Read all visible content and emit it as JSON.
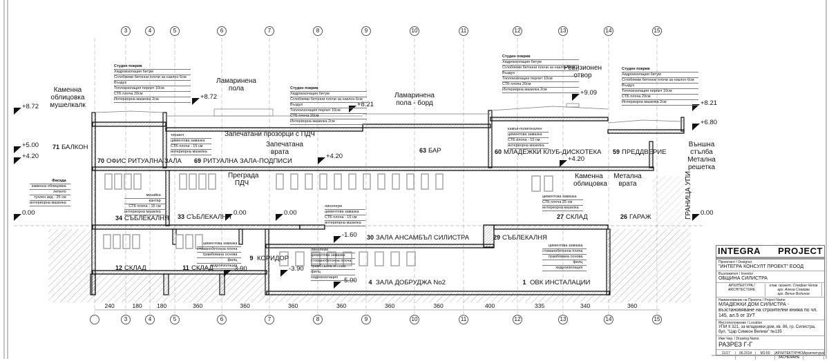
{
  "grid_axes_top": [
    "3",
    "4",
    "5",
    "6",
    "7",
    "8",
    "9",
    "10",
    "11",
    "12",
    "13",
    "14",
    "15"
  ],
  "grid_axes_bottom": [
    "",
    "3",
    "4",
    "5",
    "6",
    "7",
    "8",
    "9",
    "10",
    "11",
    "12",
    "13",
    "14",
    "15"
  ],
  "dimensions": [
    "240",
    "180",
    "180",
    "360",
    "360",
    "360",
    "360",
    "360",
    "360",
    "400",
    "335",
    "340",
    "360"
  ],
  "rooms": [
    {
      "num": "71",
      "name": "БАЛКОН"
    },
    {
      "num": "70",
      "name": "ОФИС РИТУАЛНА ЗАЛА"
    },
    {
      "num": "69",
      "name": "РИТУАЛНА ЗАЛА-ПОДПИСИ"
    },
    {
      "num": "63",
      "name": "БАР"
    },
    {
      "num": "60",
      "name": "МЛАДЕЖКИ КЛУБ-ДИСКОТЕКА"
    },
    {
      "num": "59",
      "name": "ПРЕДДВЕРИЕ"
    },
    {
      "num": "34",
      "name": "СЪБЛЕКАЛНЯ"
    },
    {
      "num": "33",
      "name": "СЪБЛЕКАЛНЯ"
    },
    {
      "num": "30",
      "name": "ЗАЛА АНСАМБЪЛ СИЛИСТРА"
    },
    {
      "num": "29",
      "name": "СЪБЛЕКАЛНЯ"
    },
    {
      "num": "27",
      "name": "СКЛАД"
    },
    {
      "num": "26",
      "name": "ГАРАЖ"
    },
    {
      "num": "12",
      "name": "СКЛАД"
    },
    {
      "num": "11",
      "name": "СКЛАД"
    },
    {
      "num": "9",
      "name": "КОРИДОР"
    },
    {
      "num": "4",
      "name": "ЗАЛА ДОБРУДЖА No2"
    },
    {
      "num": "1",
      "name": "ОВК ИНСТАЛАЦИИ"
    }
  ],
  "elevations": [
    "+8.72",
    "+8.72",
    "+8.21",
    "+9.09",
    "+8.21",
    "+6.80",
    "+5.00",
    "+4.20",
    "+4.20",
    "+4.20",
    "0.00",
    "0.00",
    "0.00",
    "0.00",
    "-1.60",
    "-3.90",
    "-3.90",
    "-5.00"
  ],
  "annotations": [
    "Каменна облицовка мушелкалк",
    "Ламаринена пола",
    "Ламаринена пола - борд",
    "Ревизионен отвор",
    "Запечатани прозорци с ПДЧ",
    "Запечатана врата",
    "Преграда ПДЧ",
    "Каменна облицовка",
    "Метална врата",
    "Външна стълба",
    "Метална решетка"
  ],
  "boundary_label": "ГРАНИЦА УПИ",
  "specs": [
    {
      "title": "Студен покрив",
      "lines": [
        "Хидроизолация битум",
        "Сглобяеми бетонни плочи за наклон 6см",
        "Въздух",
        "Топлоизолация перлит 10см",
        "СТБ плоча 20см",
        "Интериорна мазилка 2см"
      ]
    },
    {
      "title": "Студен покрив",
      "lines": [
        "Хидроизолация битум",
        "Сглобяеми бетонни плочи за наклон 6см",
        "Въздух",
        "Топлоизолация перлит 10см",
        "СТБ плоча 20см",
        "Интериорна мазилка 2см"
      ]
    },
    {
      "title": "Студен покрив",
      "lines": [
        "Хидроизолация битум",
        "Сглобяеми бетонни плочи за наклон 6см",
        "Въздух",
        "Топлоизолация перлит 10см",
        "СТБ плоча 20см",
        "Интериорна мазилка 2см"
      ]
    },
    {
      "title": "Студен покрив",
      "lines": [
        "Хидроизолация битум",
        "Сглобяеми бетонни плочи за наклон 6см",
        "Въздух",
        "Топлоизолация перлит 10см",
        "СТБ плоча 20см",
        "Интериорна мазилка 2см"
      ]
    },
    {
      "title": "",
      "lines": [
        "теракот",
        "циментова замазка",
        "СТБ плоча - 15 см",
        "интериорна мазилка"
      ]
    },
    {
      "title": "",
      "lines": [
        "камък-полигонален",
        "циментова замазка",
        "СТБ плоча - 15 см",
        "интериорна мазилка"
      ]
    },
    {
      "title": "Фасада",
      "lines": [
        "каменна облицовка",
        "лепило",
        "тухлен зид - 25 см",
        "интериорна мазилка"
      ]
    },
    {
      "title": "",
      "lines": [
        "мозайка",
        "кантар",
        "СТБ плоча - 15 см",
        "интериорна мазилка"
      ]
    },
    {
      "title": "",
      "lines": [
        "линолеум",
        "циментова замазка",
        "СТБ плоча - 15 см",
        "интериорна мазилка"
      ]
    },
    {
      "title": "",
      "lines": [
        "циментова замазка",
        "СТБ плоча 25 см",
        "интериорна мазилка"
      ]
    },
    {
      "title": "",
      "lines": [
        "циментова замазка",
        "стоманобетонна плоча",
        "трамбована основа",
        "филц",
        "хидроизолация"
      ]
    },
    {
      "title": "",
      "lines": [
        "линолеум",
        "циментова замазка",
        "стоманобетонна плоча",
        "трамбована основа",
        "филц",
        "хидроизолация"
      ]
    },
    {
      "title": "",
      "lines": [
        "циментова замазка",
        "стоманобетонна плоча",
        "трамбована основа",
        "филц",
        "хидроизолация"
      ]
    }
  ],
  "title_block": {
    "brand_left": "INTEGRA",
    "brand_right": "PROJECT",
    "designer_label": "Проектант / Designer",
    "designer": "\"ИНТЕГРА КОНСУЛТ ПРОЕКТ\" ЕООД",
    "client_label": "Възложител / Investor",
    "client": "ОБЩИНА СИЛИСТРА",
    "part": "АРХИТЕКТУРА / ARCHITECTURE",
    "team": [
      "глав. проект. Стефан Чепов",
      "арх. Алена Славова",
      "арх. Велин Видинов"
    ],
    "project_label": "Наименование на Проекта / Project Name",
    "project": "МЛАДЕЖКИ ДОМ СИЛИСТРА - възстановяване на строителни книжа по чл. 145, ал.5 от ЗУТ",
    "location_label": "Местоположение / Location",
    "location": "УПИ II 321, за младежки дом, кв. 86, гр. Силистра, бул. \"Цар Симеон Велики\" №135",
    "sheet_label": "Име Чер. / Drawing Name",
    "sheet": "РАЗРЕЗ Г-Г",
    "sheet_no": "11/17",
    "date": "06.2014",
    "scale": "M1:50",
    "phase": "АРХИТЕКТУРНО ЗАСНЕМАНЕ",
    "sign": "Архитектура"
  }
}
